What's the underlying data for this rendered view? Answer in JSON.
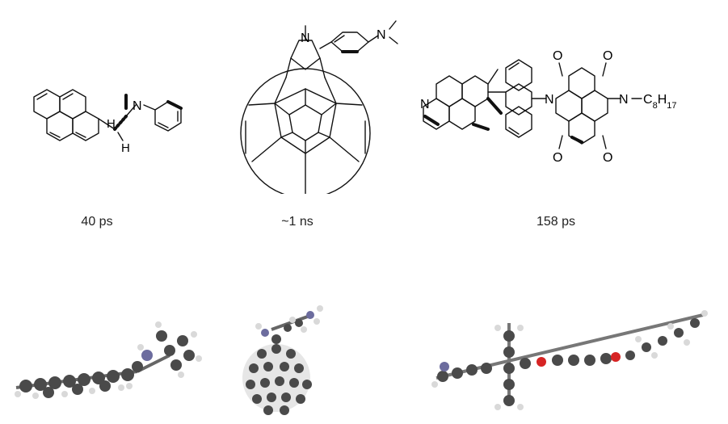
{
  "compounds": [
    {
      "lifetime": "40 ps",
      "atom_labels": [
        "N",
        "H",
        "H"
      ],
      "structure_icon": "pyrene-amine-structure-icon",
      "model_icon": "pyrene-amine-ball-stick-icon"
    },
    {
      "lifetime": "~1 ns",
      "atom_labels": [
        "N",
        "N"
      ],
      "structure_icon": "fullerene-pyrrolidine-structure-icon",
      "model_icon": "fullerene-ball-stick-icon"
    },
    {
      "lifetime": "158 ps",
      "atom_labels": [
        "N",
        "N",
        "N",
        "O",
        "O",
        "O",
        "O"
      ],
      "chain_label": {
        "main": "C",
        "sub1": "8",
        "mid": "H",
        "sub2": "17"
      },
      "structure_icon": "julolidine-anthracene-naphthalimide-structure-icon",
      "model_icon": "julolidine-anthracene-naphthalimide-ball-stick-icon"
    }
  ],
  "colors": {
    "carbon": "#4a4a4a",
    "hydrogen": "#d9d9d9",
    "nitrogen": "#6c6c9e",
    "oxygen": "#d62424",
    "bond": "#111111"
  }
}
